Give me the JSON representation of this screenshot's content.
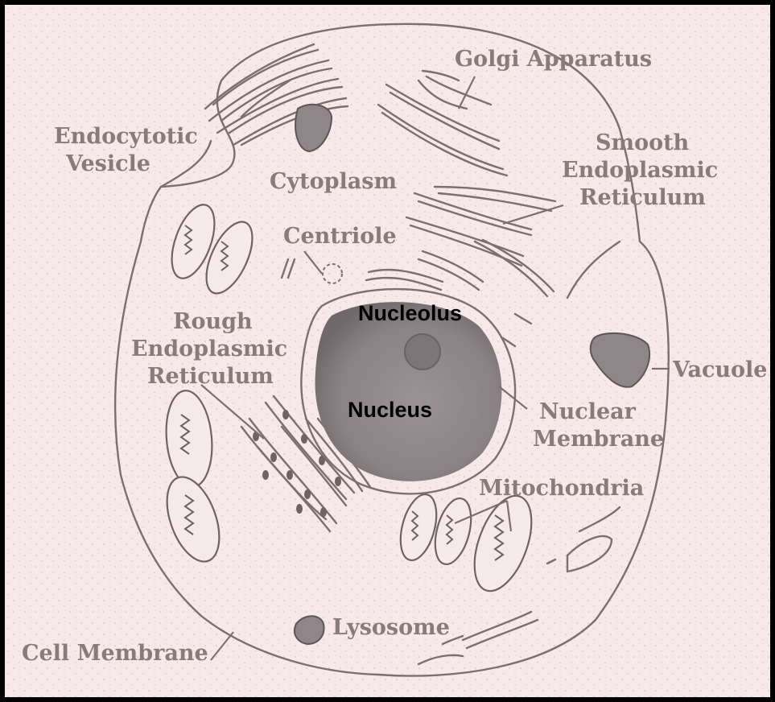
{
  "diagram": {
    "labels": {
      "golgi": "Golgi Apparatus",
      "endocytotic_1": "Endocytotic",
      "endocytotic_2": "Vesicle",
      "smooth_er_1": "Smooth",
      "smooth_er_2": "Endoplasmic",
      "smooth_er_3": "Reticulum",
      "cytoplasm": "Cytoplasm",
      "centriole": "Centriole",
      "rough_er_1": "Rough",
      "rough_er_2": "Endoplasmic",
      "rough_er_3": "Reticulum",
      "nucleolus": "Nucleolus",
      "nucleus": "Nucleus",
      "vacuole": "Vacuole",
      "nuclear_membrane_1": "Nuclear",
      "nuclear_membrane_2": "Membrane",
      "mitochondria": "Mitochondria",
      "lysosome": "Lysosome",
      "cell_membrane": "Cell Membrane"
    },
    "colors": {
      "background": "#f7e8ea",
      "frame": "#000000",
      "label_text": "#8a7a78",
      "overlay_text": "#000000",
      "nucleus_fill": "#8e8688",
      "outline": "#7c6f6d"
    }
  }
}
